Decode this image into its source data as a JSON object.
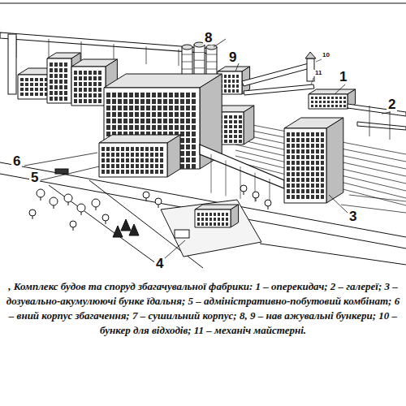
{
  "diagram": {
    "caption": ", Комплекс будов та споруд збагачувальної фабрики: 1 – оперекидач; 2 – галереї; 3 – дозувально-акумулюючі бунке їдальня; 5 – адміністративно-побутовий комбінат; 6 – вний корпус збагачення; 7 – сушильний корпус; 8, 9 – нав ажувальні бункери; 10 – бункер для відходів; 11 – механіч майстерні.",
    "labels": [
      "8",
      "9",
      "10",
      "11",
      "1",
      "2",
      "6",
      "5",
      "3",
      "4"
    ]
  }
}
